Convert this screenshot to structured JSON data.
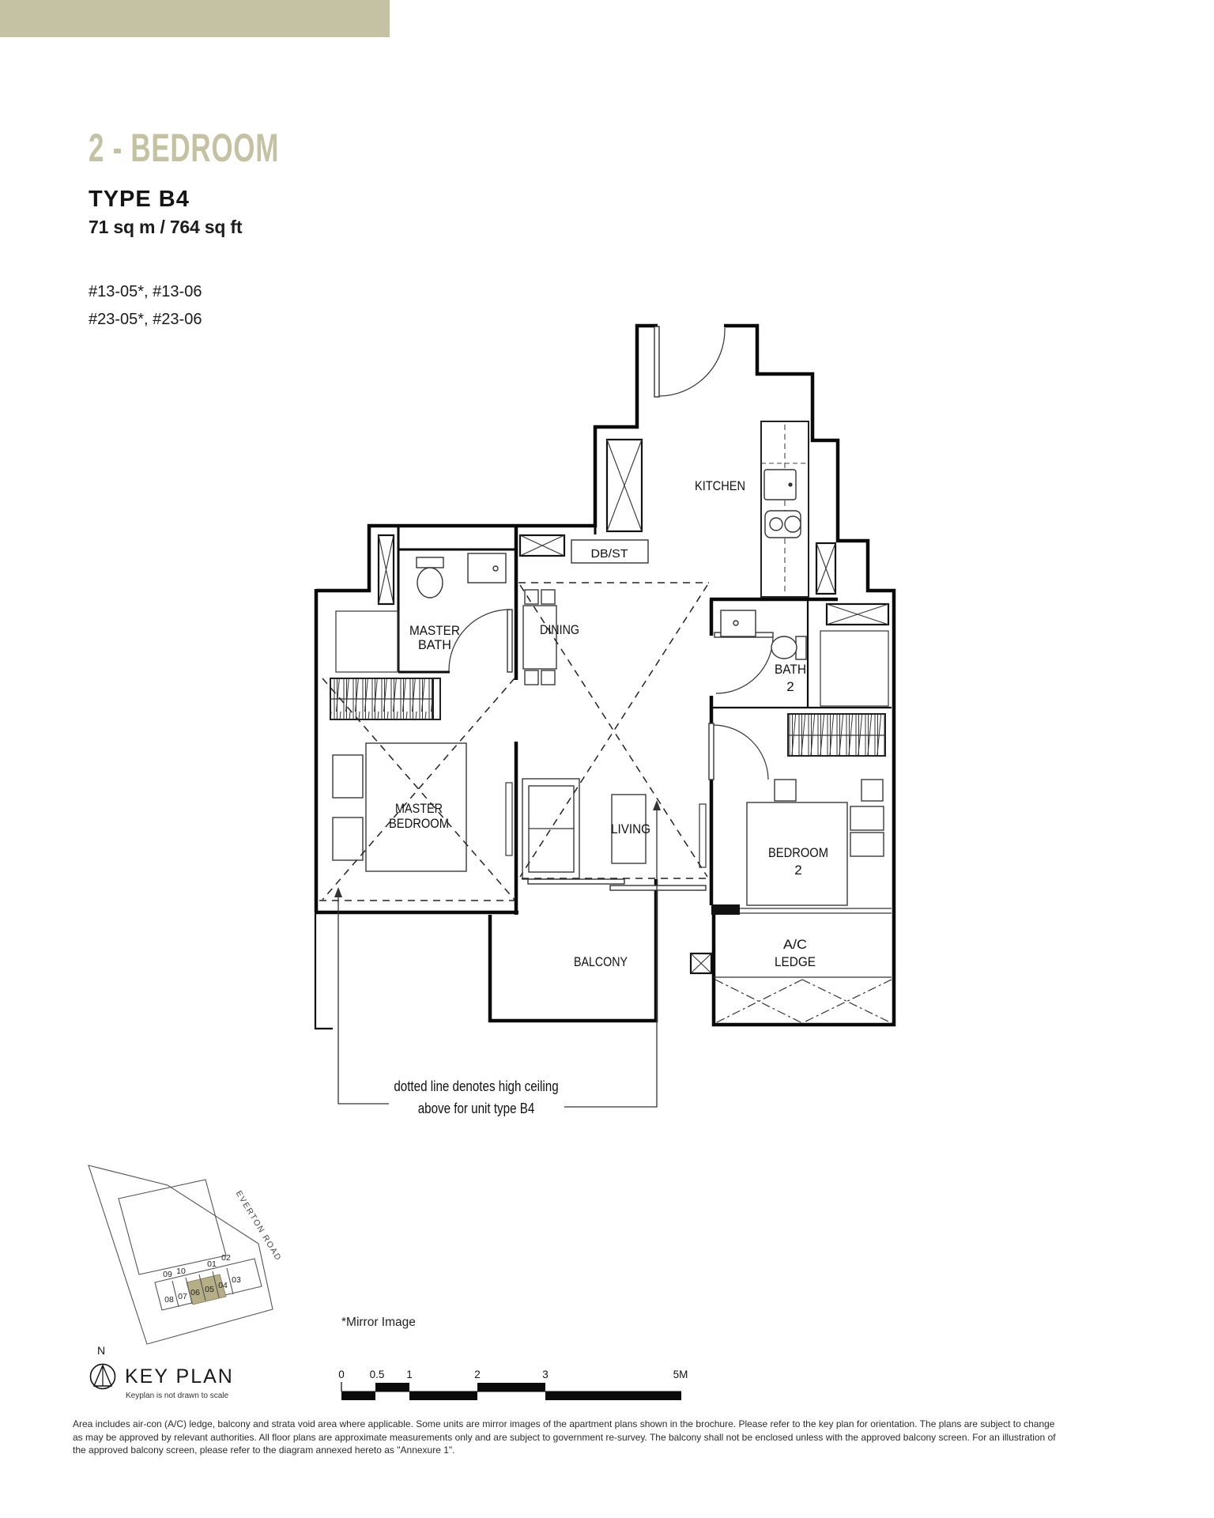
{
  "header": {
    "bar_color": "#c5c2a4",
    "category": "2 - BEDROOM",
    "type_label": "TYPE B4",
    "area": "71 sq m / 764 sq ft",
    "units_line1": "#13-05*, #13-06",
    "units_line2": "#23-05*, #23-06"
  },
  "floorplan": {
    "labels": {
      "kitchen": "KITCHEN",
      "dbst": "DB/ST",
      "master_bath_1": "MASTER",
      "master_bath_2": "BATH",
      "dining": "DINING",
      "bath2_1": "BATH",
      "bath2_2": "2",
      "master_bedroom_1": "MASTER",
      "master_bedroom_2": "BEDROOM",
      "living": "LIVING",
      "bedroom2_1": "BEDROOM",
      "bedroom2_2": "2",
      "balcony": "BALCONY",
      "ac_ledge_1": "A/C",
      "ac_ledge_2": "LEDGE"
    },
    "note_line1": "dotted line denotes high ceiling",
    "note_line2": "above for unit type B4"
  },
  "keyplan": {
    "north_label": "N",
    "title": "KEY PLAN",
    "subtitle": "Keyplan is not drawn to scale",
    "road_label": "EVERTON ROAD",
    "mirror_note": "*Mirror Image",
    "units": [
      "02",
      "01",
      "10",
      "09",
      "03",
      "04",
      "05",
      "06",
      "07",
      "08"
    ],
    "highlight_color": "#b5ae87"
  },
  "scalebar": {
    "labels": [
      "0",
      "0.5",
      "1",
      "2",
      "3",
      "5M"
    ]
  },
  "disclaimer": {
    "line1": "Area includes air-con (A/C) ledge, balcony and strata void area where applicable. Some units are mirror images of the apartment plans shown in the brochure. Please refer to the key plan for orientation. The plans are subject to change",
    "line2": "as may be approved by relevant authorities. All floor plans are approximate measurements only and are subject to government re-survey. The balcony shall not be enclosed unless with the approved balcony screen. For an illustration of",
    "line3": "the approved balcony screen, please refer to the diagram annexed hereto as \"Annexure 1\"."
  }
}
